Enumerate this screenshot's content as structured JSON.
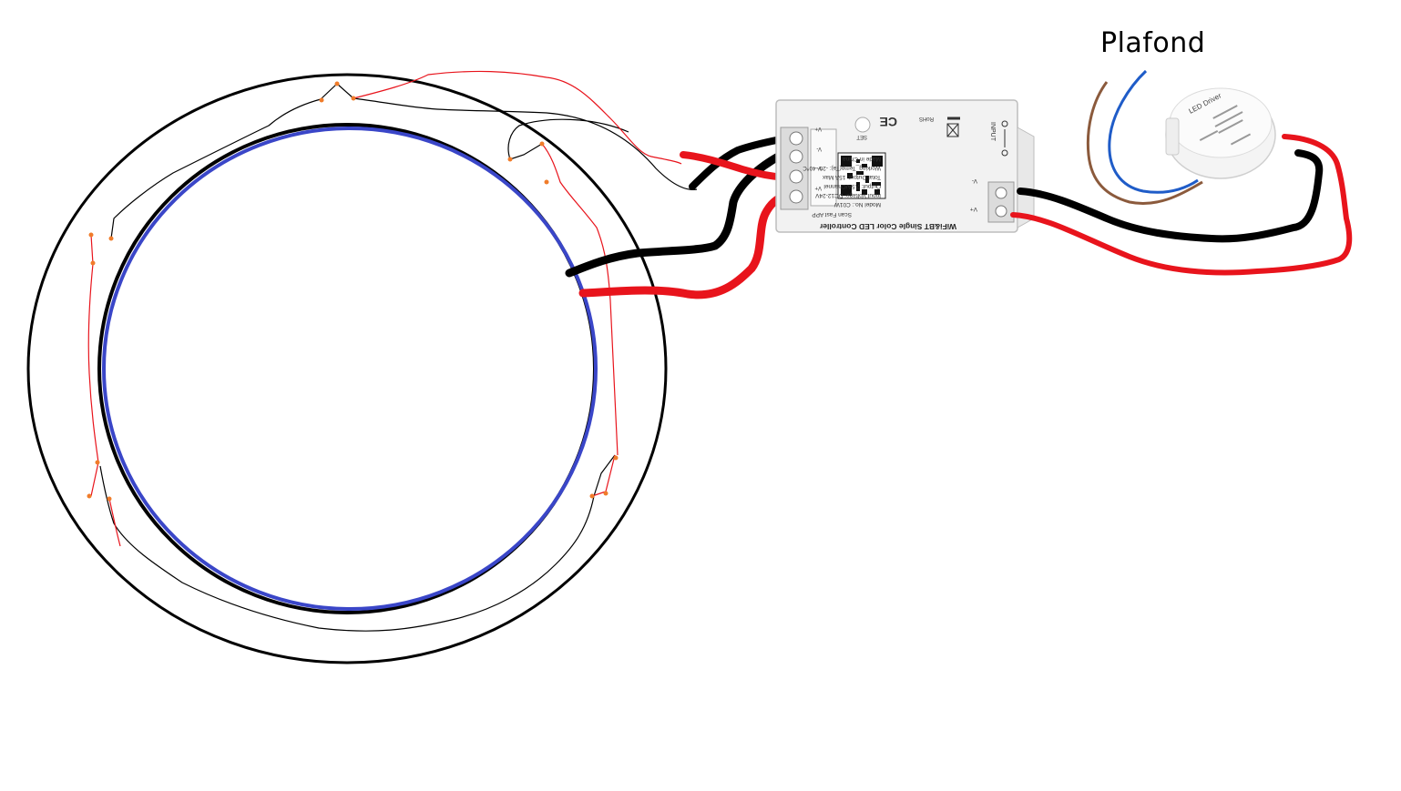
{
  "label": "Plafond",
  "controller": {
    "title": "WiFi&BT Single Color LED Controller",
    "scan_text": "Scan Fast APP",
    "model": "Model No.: C01W",
    "input_voltage": "Input Voltage: DC12-24V",
    "output": "Output: 7.5A/Channel",
    "total_output": "Total Output: 15A Max",
    "working_temp": "Working_Temp(Ta): -20~40℃",
    "made_in": "Made in China",
    "set_label": "SET",
    "input_label": "INPUT",
    "ce_mark": "CE",
    "rohs_mark": "RoHS",
    "terminal_v_minus": "V-",
    "terminal_v_plus": "V+",
    "output_terminals": [
      "V+",
      "V-",
      "V-",
      "V+"
    ]
  },
  "driver": {
    "title": "LED Driver"
  },
  "colors": {
    "wire_black": "#000000",
    "wire_red": "#e8141c",
    "wire_brown": "#8b5a3c",
    "wire_blue": "#1f5cc8",
    "ring_blue": "#3a46c8",
    "solder_dot": "#f07c2a"
  }
}
